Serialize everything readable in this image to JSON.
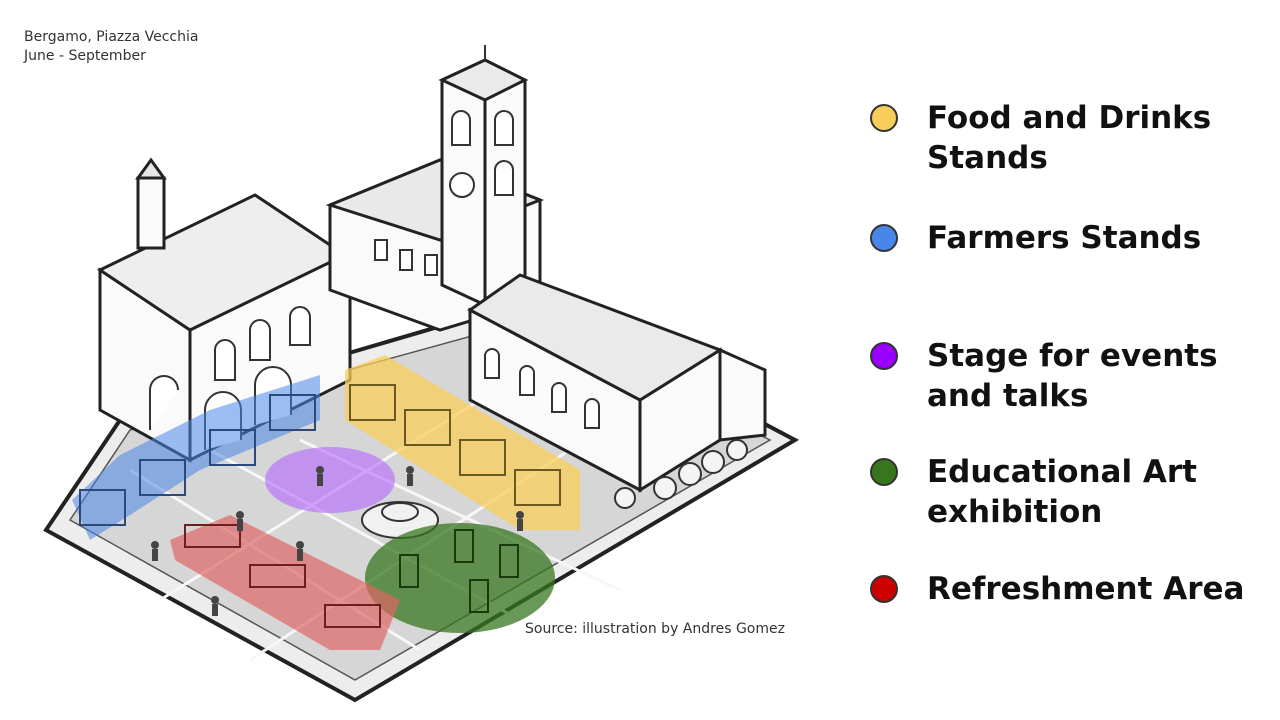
{
  "caption": {
    "line1": "Bergamo, Piazza Vecchia",
    "line2": "June - September"
  },
  "source": "Source: illustration by Andres Gomez",
  "colors": {
    "food": "#f8cd5a",
    "farmers": "#4a86e8",
    "stage": "#9900ff",
    "art": "#38761d",
    "refreshment": "#cc0000"
  },
  "legend": [
    {
      "label": "Food and Drinks\nStands",
      "color": "#f8cd5a",
      "icon": "yellow-dot"
    },
    {
      "label": "Farmers Stands",
      "color": "#4a86e8",
      "icon": "blue-dot"
    },
    {
      "label": "Stage for events\nand talks",
      "color": "#9900ff",
      "icon": "purple-dot"
    },
    {
      "label": "Educational Art\nexhibition",
      "color": "#38761d",
      "icon": "green-dot"
    },
    {
      "label": "Refreshment Area",
      "color": "#cc0000",
      "icon": "red-dot"
    }
  ]
}
